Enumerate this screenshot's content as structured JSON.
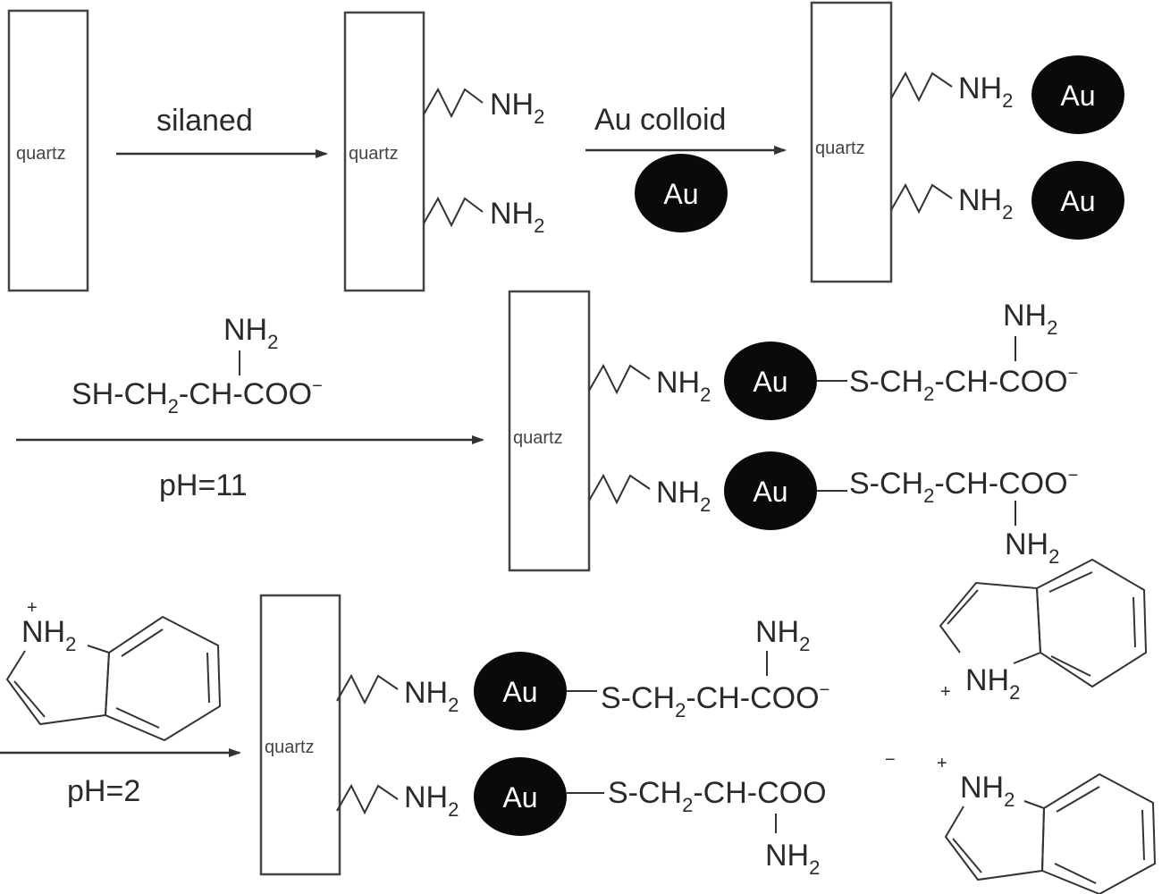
{
  "labels": {
    "quartz": "quartz",
    "silaned": "silaned",
    "au_colloid": "Au colloid",
    "au": "Au",
    "nh": "NH",
    "sub2": "2",
    "cysteine_main": "SH-CH",
    "cysteine_tail": "-CH-COO",
    "s_chain": "S-CH",
    "ch_coo": "-CH-COO",
    "minus": "−",
    "plus": "+",
    "ph11": "pH=11",
    "ph2": "pH=2"
  },
  "colors": {
    "ink": "#2a2a2a",
    "gold_particle": "#0a0a0a",
    "box_stroke": "#444444"
  }
}
